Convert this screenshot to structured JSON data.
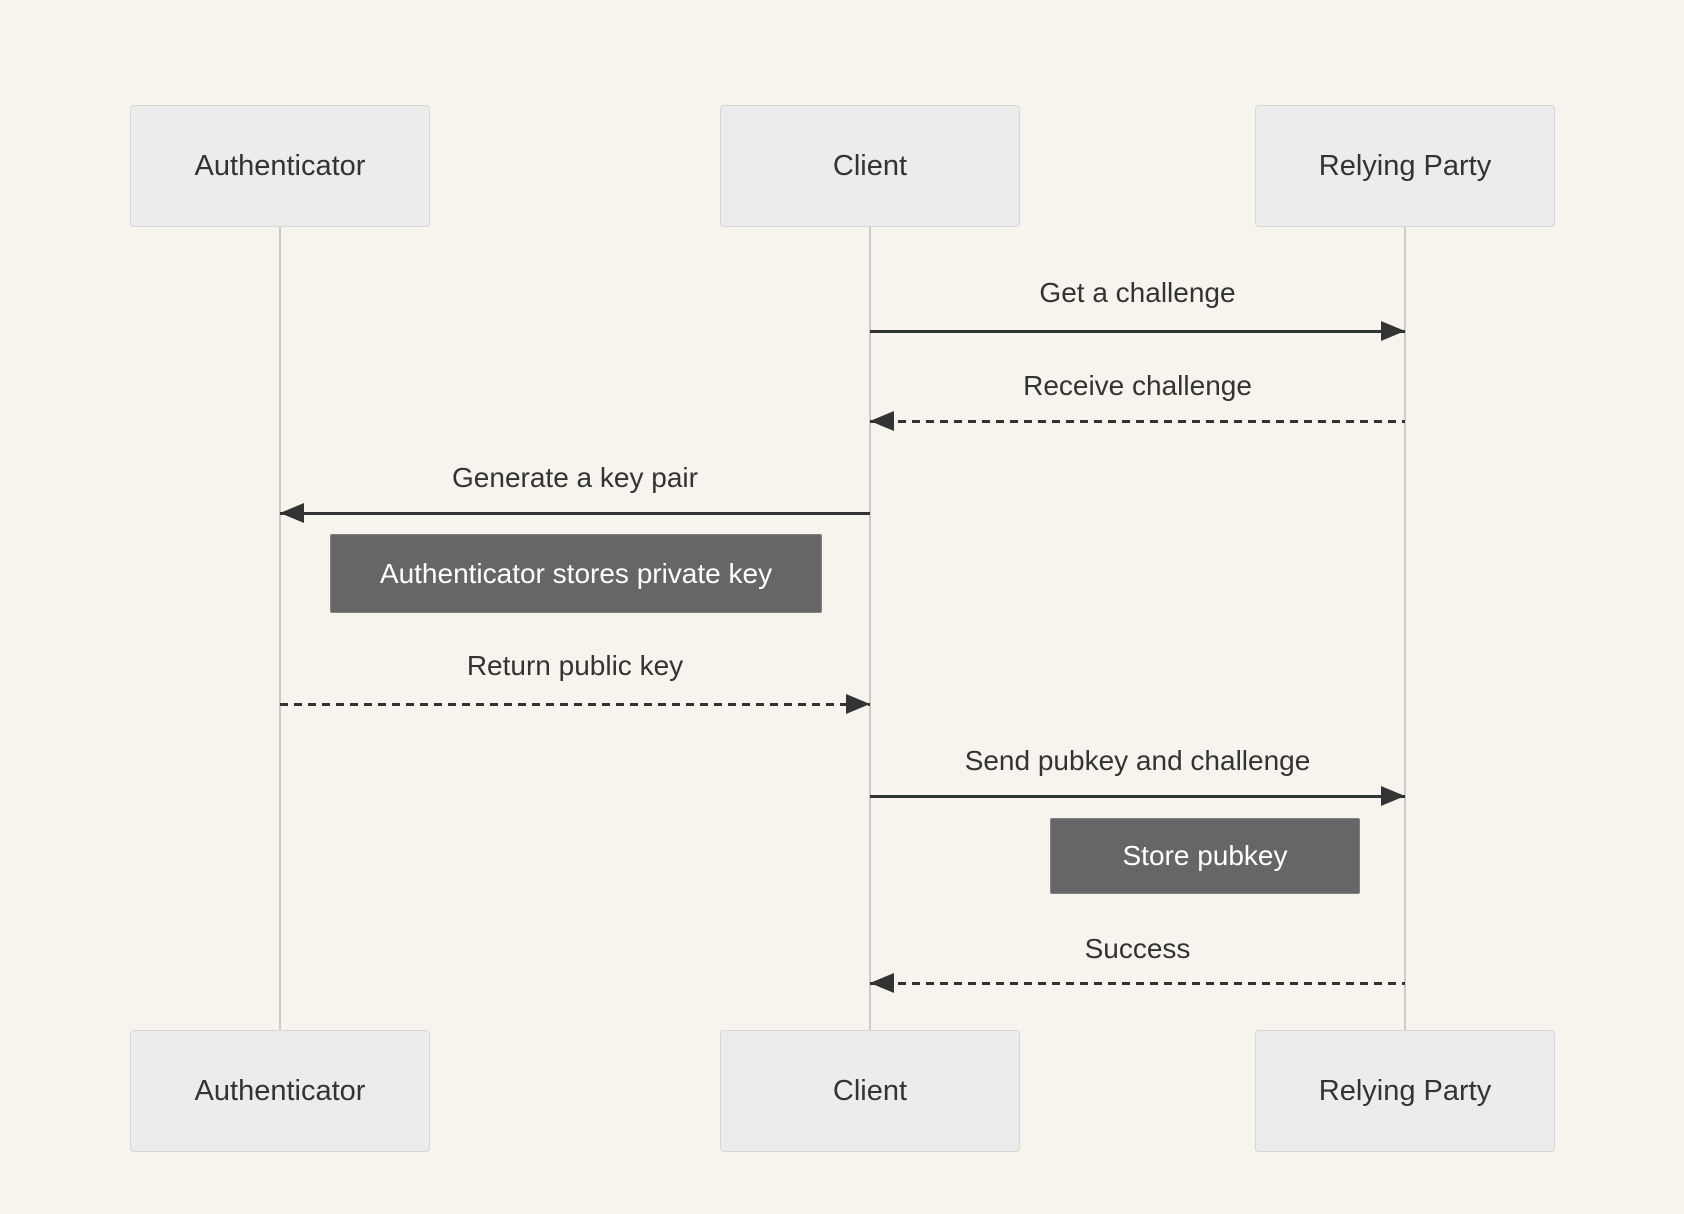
{
  "diagram": {
    "type": "sequence",
    "actors": [
      {
        "id": "authenticator",
        "name": "Authenticator"
      },
      {
        "id": "client",
        "name": "Client"
      },
      {
        "id": "relying-party",
        "name": "Relying Party"
      }
    ],
    "messages": [
      {
        "label": "Get a challenge",
        "from": "Client",
        "to": "Relying Party",
        "line": "solid"
      },
      {
        "label": "Receive challenge",
        "from": "Relying Party",
        "to": "Client",
        "line": "dashed"
      },
      {
        "label": "Generate a key pair",
        "from": "Client",
        "to": "Authenticator",
        "line": "solid"
      },
      {
        "label": "Return public key",
        "from": "Authenticator",
        "to": "Client",
        "line": "dashed"
      },
      {
        "label": "Send pubkey and challenge",
        "from": "Client",
        "to": "Relying Party",
        "line": "solid"
      },
      {
        "label": "Success",
        "from": "Relying Party",
        "to": "Client",
        "line": "dashed"
      }
    ],
    "notes": [
      {
        "text": "Authenticator stores private key"
      },
      {
        "text": "Store pubkey"
      }
    ],
    "colors": {
      "background": "#f7f4ed",
      "actor_fill": "#ececec",
      "actor_border": "#d6d6d6",
      "note_fill": "#666666",
      "note_text": "#ffffff",
      "message_line": "#333333",
      "lifeline": "#cccccc",
      "text": "#333333"
    }
  }
}
